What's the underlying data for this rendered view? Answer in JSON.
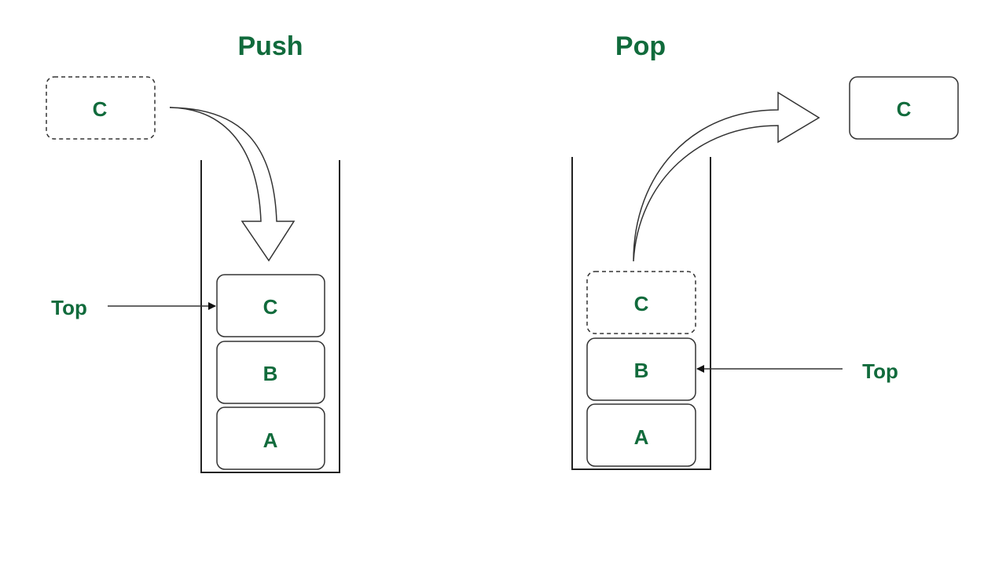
{
  "push": {
    "title": "Push",
    "incoming_item": "C",
    "stack_items": [
      "C",
      "B",
      "A"
    ],
    "top_label": "Top"
  },
  "pop": {
    "title": "Pop",
    "popped_item": "C",
    "stack_items": [
      "C",
      "B",
      "A"
    ],
    "top_label": "Top"
  },
  "colors": {
    "label": "#116b3c",
    "stroke": "#333333"
  }
}
